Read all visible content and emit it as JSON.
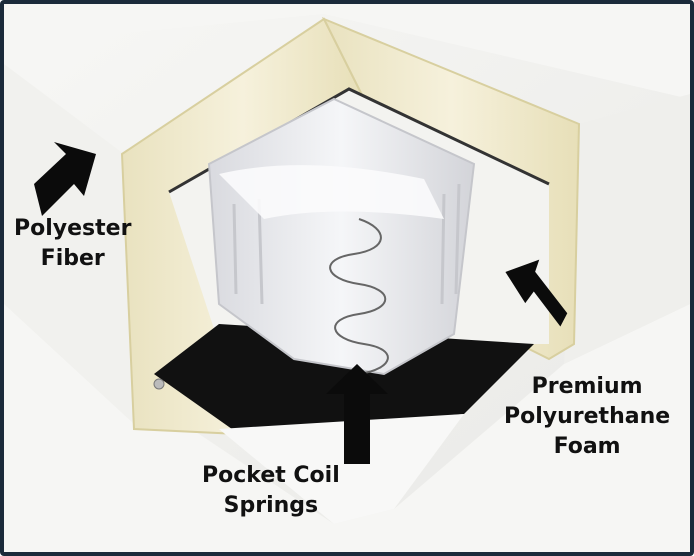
{
  "labels": {
    "polyester_fiber": [
      "Polyester",
      "Fiber"
    ],
    "polyurethane_foam": [
      "Premium",
      "Polyurethane",
      "Foam"
    ],
    "pocket_coil": [
      "Pocket Coil",
      "Springs"
    ]
  },
  "colors": {
    "border": "#1b2a3a",
    "foam": "#efe9cf",
    "fabric": "#fbfbfa",
    "base": "#111111",
    "arrow": "#0b0b0b"
  }
}
